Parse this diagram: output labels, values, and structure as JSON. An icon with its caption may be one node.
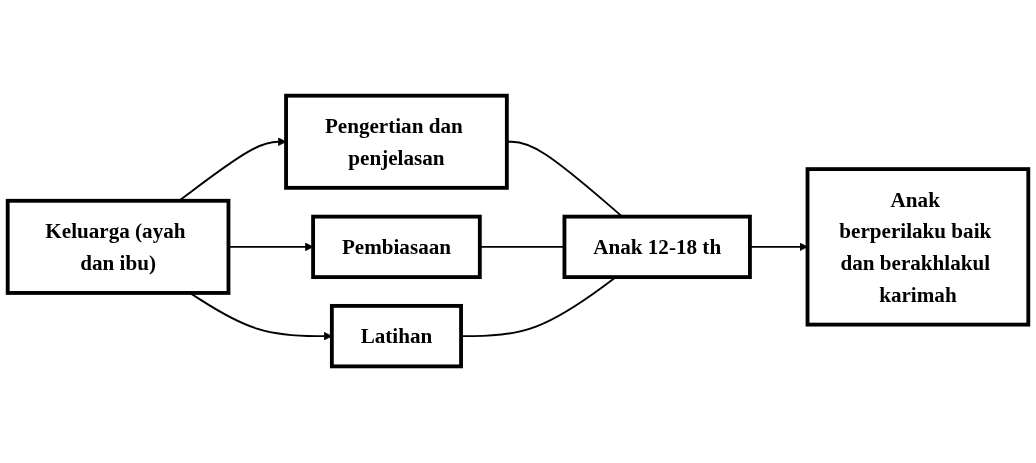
{
  "diagram": {
    "nodes": [
      {
        "text": [
          "Keluarga (ayah dan ibu)"
        ]
      },
      {
        "text": [
          "Pengertian dan penjelasan"
        ]
      },
      {
        "text": [
          "Pembiasaan"
        ]
      },
      {
        "text": [
          "Latihan"
        ]
      },
      {
        "text": [
          "Anak 12-18 th"
        ]
      },
      {
        "text": [
          "Anak berperilaku baik dan berakhlakul karimah"
        ]
      }
    ],
    "edges": [
      {
        "from": 0,
        "to": 1,
        "arrow": "to"
      },
      {
        "from": 0,
        "to": 2,
        "arrow": "to"
      },
      {
        "from": 0,
        "to": 3,
        "arrow": "to"
      },
      {
        "from": 1,
        "to": 4,
        "arrow": "none"
      },
      {
        "from": 2,
        "to": 4,
        "arrow": "none"
      },
      {
        "from": 3,
        "to": 4,
        "arrow": "none"
      },
      {
        "from": 4,
        "to": 5,
        "arrow": "to"
      }
    ]
  }
}
